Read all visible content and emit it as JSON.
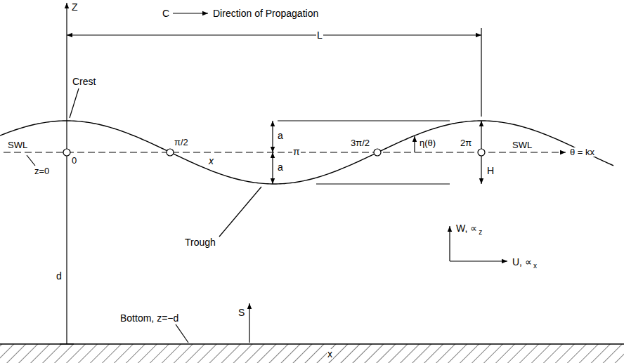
{
  "diagram": {
    "labels": [
      "Z",
      "C",
      "Direction of Propagation",
      "L",
      "Crest",
      "π/2",
      "a",
      "a",
      "π",
      "η(θ)",
      "SWL",
      "z=0",
      "0",
      "x",
      "3π/2",
      "2π",
      "SWL",
      "θ = kx",
      "H",
      "Trough",
      "d",
      "W, ∝",
      "z",
      "U, ∝",
      "x",
      "S",
      "x",
      "Bottom, z=−d"
    ]
  }
}
